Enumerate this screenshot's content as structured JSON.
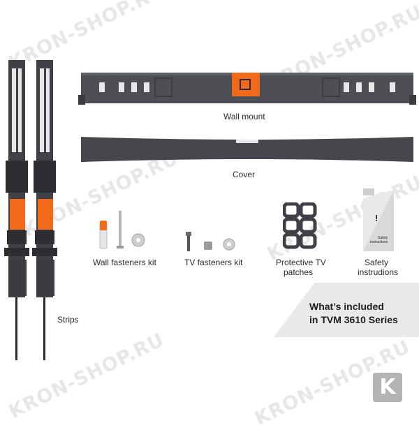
{
  "watermark_text": "KRON-SHOP.RU",
  "labels": {
    "wall_mount": "Wall mount",
    "cover": "Cover",
    "strips": "Strips",
    "wall_fasteners": "Wall fasteners kit",
    "tv_fasteners": "TV fasteners kit",
    "protective_line1": "Protective TV",
    "protective_line2": "patches",
    "safety_line1": "Safety",
    "safety_line2": "instrudions",
    "safety_card_line1": "Safety",
    "safety_card_line2": "instructions",
    "safety_card_mark": "!"
  },
  "headline": {
    "line1": "What’s included",
    "line2": "in TVM 3610 Series"
  },
  "logo_letter": "K",
  "colors": {
    "metal": "#4d4f54",
    "metal_dark": "#2d2f33",
    "accent_orange": "#f06a1a",
    "headline_bg": "#e9e9e9",
    "watermark": "#aaaaaa"
  }
}
